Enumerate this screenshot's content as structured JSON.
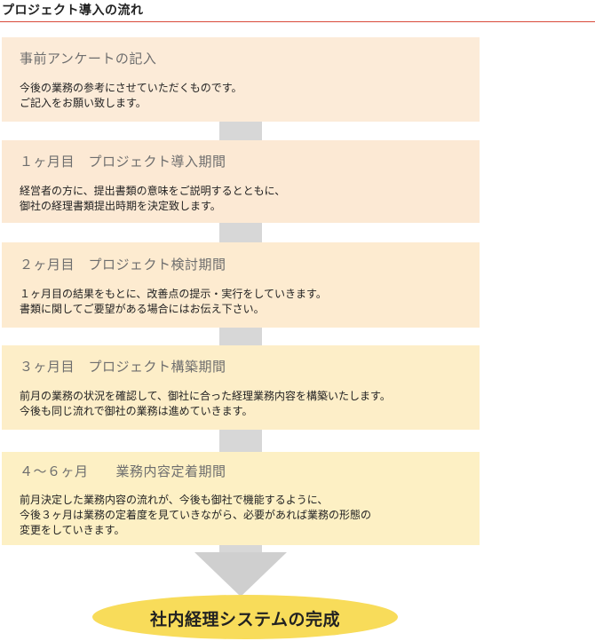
{
  "heading": "プロジェクト導入の流れ",
  "steps": [
    {
      "title": "事前アンケートの記入",
      "lines": [
        "今後の業務の参考にさせていただくものです。",
        "ご記入をお願い致します。"
      ]
    },
    {
      "title": "１ヶ月目　プロジェクト導入期間",
      "lines": [
        "経営者の方に、提出書類の意味をご説明するとともに、",
        "御社の経理書類提出時期を決定致します。"
      ]
    },
    {
      "title": "２ヶ月目　プロジェクト検討期間",
      "lines": [
        "１ヶ月目の結果をもとに、改善点の提示・実行をしていきます。",
        "書類に関してご要望がある場合にはお伝え下さい。"
      ]
    },
    {
      "title": "３ヶ月目　プロジェクト構築期間",
      "lines": [
        "前月の業務の状況を確認して、御社に合った経理業務内容を構築いたします。",
        "今後も同じ流れで御社の業務は進めていきます。"
      ]
    },
    {
      "title": "４～６ヶ月　　業務内容定着期間",
      "lines": [
        "前月決定した業務内容の流れが、今後も御社で機能するように、",
        "今後３ヶ月は業務の定着度を見ていきながら、必要があれば業務の形態の",
        "変更をしていきます。"
      ]
    }
  ],
  "result": "社内経理システムの完成",
  "colors": {
    "heading_rule": "#d94a3a",
    "arrow": "#d7d7d7",
    "result_fill": "#f8dc5a"
  }
}
